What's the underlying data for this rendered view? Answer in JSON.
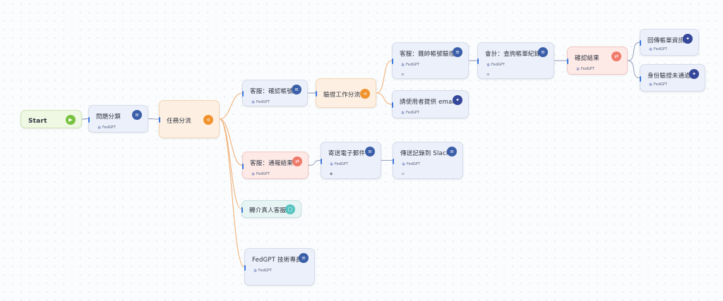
{
  "brand": {
    "name": "FedGPT",
    "color": "#5b6bb3"
  },
  "nodes": [
    {
      "id": "start",
      "title": "Start",
      "icon": "play-icon",
      "type": "start"
    },
    {
      "id": "classify",
      "title": "問題分類",
      "icon": "database-icon",
      "type": "agent",
      "brand": "FedGPT"
    },
    {
      "id": "dispatch",
      "title": "任務分流",
      "icon": "share-icon",
      "type": "router"
    },
    {
      "id": "cs-confirm",
      "title": "客服：確認帳號",
      "icon": "database-icon",
      "type": "agent",
      "brand": "FedGPT"
    },
    {
      "id": "verify-router",
      "title": "驗證工作分流",
      "icon": "share-icon",
      "type": "router"
    },
    {
      "id": "cs-verify",
      "title": "客服：雜帥帳號驗證",
      "icon": "database-icon",
      "type": "agent",
      "brand": "FedGPT",
      "mini": "≡"
    },
    {
      "id": "ask-email",
      "title": "請使用者提供 email",
      "icon": "sparkle-icon",
      "type": "agent",
      "brand": "FedGPT"
    },
    {
      "id": "acct-query",
      "title": "會計：查詢帳單紀錄",
      "icon": "database-icon",
      "type": "agent",
      "brand": "FedGPT",
      "mini": "≡"
    },
    {
      "id": "confirm-result",
      "title": "確認結果",
      "icon": "random-icon",
      "type": "check",
      "brand": "FedGPT"
    },
    {
      "id": "return-info",
      "title": "回傳帳單資訊",
      "icon": "sparkle-icon",
      "type": "agent",
      "brand": "FedGPT"
    },
    {
      "id": "id-failed",
      "title": "身份驗證未通過",
      "icon": "sparkle-icon",
      "type": "agent",
      "brand": "FedGPT"
    },
    {
      "id": "cs-notify",
      "title": "客服：通報結果",
      "icon": "random-icon",
      "type": "check",
      "brand": "FedGPT"
    },
    {
      "id": "send-email",
      "title": "寄送電子郵件",
      "icon": "database-icon",
      "type": "agent",
      "brand": "FedGPT",
      "mini": "◆"
    },
    {
      "id": "slack",
      "title": "傳送記錄到 Slack",
      "icon": "database-icon",
      "type": "agent",
      "brand": "FedGPT",
      "mini": "⩍"
    },
    {
      "id": "human",
      "title": "轉介真人客服",
      "icon": "chat-icon",
      "type": "handoff"
    },
    {
      "id": "tech",
      "title": "FedGPT 技術專員",
      "icon": "database-icon",
      "type": "agent",
      "brand": "FedGPT"
    }
  ],
  "edges": [
    [
      "start",
      "classify"
    ],
    [
      "classify",
      "dispatch"
    ],
    [
      "dispatch",
      "cs-confirm"
    ],
    [
      "dispatch",
      "cs-notify"
    ],
    [
      "dispatch",
      "human"
    ],
    [
      "dispatch",
      "tech"
    ],
    [
      "cs-confirm",
      "verify-router"
    ],
    [
      "verify-router",
      "cs-verify"
    ],
    [
      "verify-router",
      "ask-email"
    ],
    [
      "cs-verify",
      "acct-query"
    ],
    [
      "acct-query",
      "confirm-result"
    ],
    [
      "confirm-result",
      "return-info"
    ],
    [
      "confirm-result",
      "id-failed"
    ],
    [
      "cs-notify",
      "send-email"
    ],
    [
      "send-email",
      "slack"
    ]
  ],
  "colors": {
    "agent": "#3a5ea8",
    "start": "#78c242",
    "router": "#f0932e",
    "check": "#ef7a6a",
    "handoff": "#55c4c0",
    "port": "#3e7ae0"
  }
}
